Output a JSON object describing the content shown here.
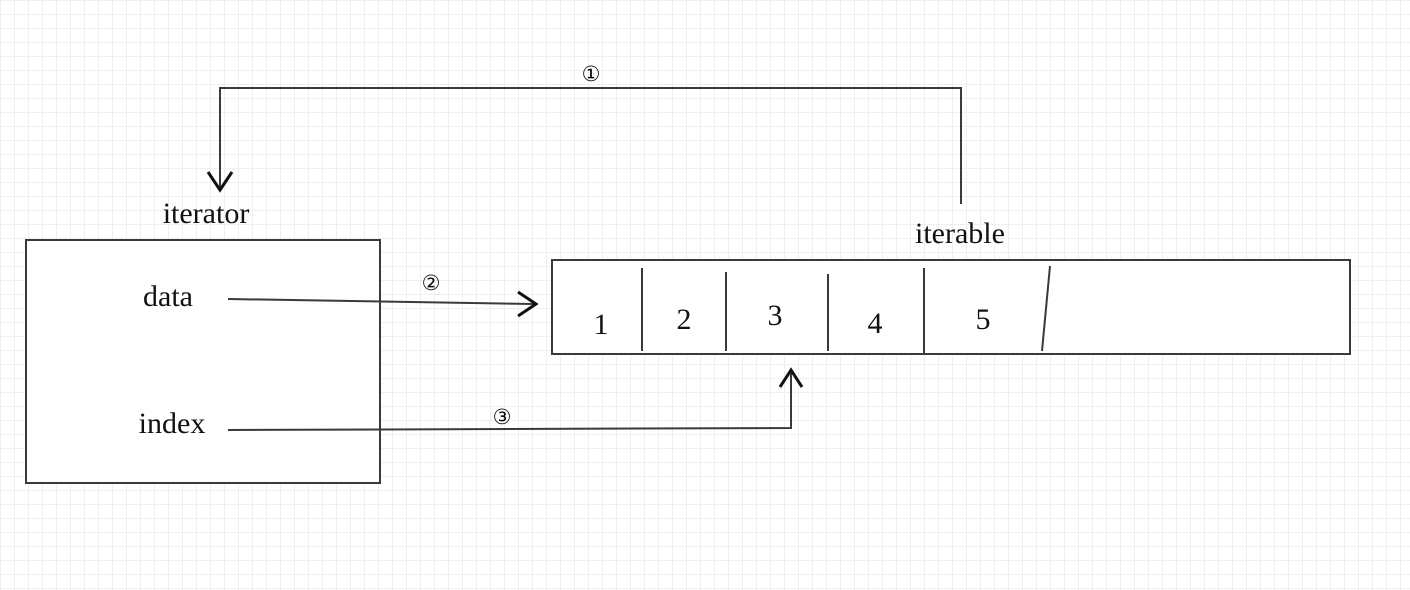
{
  "diagram": {
    "iterator": {
      "title": "iterator",
      "data_label": "data",
      "index_label": "index"
    },
    "iterable": {
      "title": "iterable",
      "cells": [
        "1",
        "2",
        "3",
        "4",
        "5"
      ]
    },
    "steps": {
      "step1": "①",
      "step2": "②",
      "step3": "③"
    },
    "colors": {
      "stroke": "#3a3a3a",
      "arrow": "#111111",
      "grid": "#efefef",
      "background": "#ffffff"
    }
  }
}
